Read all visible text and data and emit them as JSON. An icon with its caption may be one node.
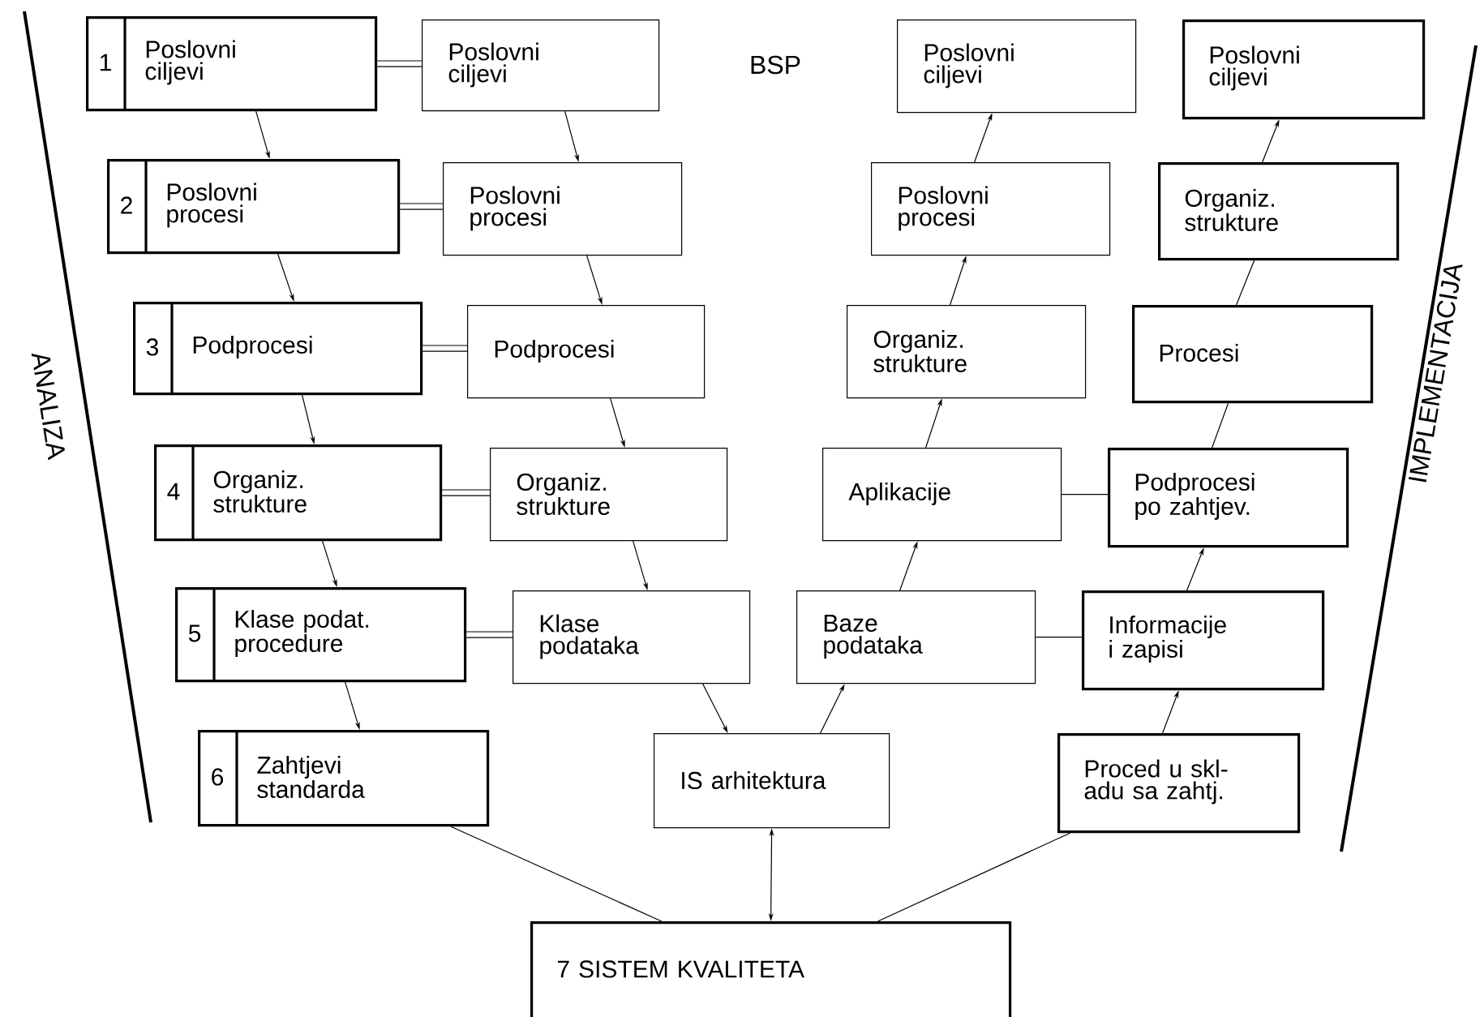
{
  "diagram": {
    "nodes": [
      {
        "text": [
          "1",
          "Poslovni ciljevi"
        ]
      },
      {
        "text": [
          "Poslovni ciljevi"
        ]
      },
      {
        "text": [
          "2",
          "Poslovni procesi"
        ]
      },
      {
        "text": [
          "Poslovni procesi"
        ]
      },
      {
        "text": [
          "3",
          "Podprocesi"
        ]
      },
      {
        "text": [
          "Podprocesi"
        ]
      },
      {
        "text": [
          "4",
          "Organiz. strukture"
        ]
      },
      {
        "text": [
          "Organiz. strukture"
        ]
      },
      {
        "text": [
          "5",
          "Klase podat. procedure"
        ]
      },
      {
        "text": [
          "Klase podataka"
        ]
      },
      {
        "text": [
          "6",
          "Zahtjevi standarda"
        ]
      },
      {
        "text": [
          "IS arhitektura"
        ]
      },
      {
        "text": [
          "Baze podataka"
        ]
      },
      {
        "text": [
          "Aplikacije"
        ]
      },
      {
        "text": [
          "Organiz. strukture"
        ]
      },
      {
        "text": [
          "Poslovni procesi"
        ]
      },
      {
        "text": [
          "Poslovni ciljevi"
        ]
      },
      {
        "text": [
          "Poslovni ciljevi"
        ]
      },
      {
        "text": [
          "Organiz. strukture"
        ]
      },
      {
        "text": [
          "Procesi"
        ]
      },
      {
        "text": [
          "Podprocesi po zahtjev."
        ]
      },
      {
        "text": [
          "Informacije i zapisi"
        ]
      },
      {
        "text": [
          "Proced u skl-adu sa zahtj."
        ]
      },
      {
        "text": [
          "7 SISTEM KVALITETA"
        ]
      }
    ],
    "edges": [
      {
        "from": 0,
        "to": 1,
        "arrow": "none",
        "style": "thick"
      },
      {
        "from": 2,
        "to": 3,
        "arrow": "none",
        "style": "thick"
      },
      {
        "from": 4,
        "to": 5,
        "arrow": "none",
        "style": "thick"
      },
      {
        "from": 6,
        "to": 7,
        "arrow": "none",
        "style": "thick"
      },
      {
        "from": 8,
        "to": 9,
        "arrow": "none",
        "style": "thick"
      },
      {
        "from": 0,
        "to": 2,
        "arrow": "to"
      },
      {
        "from": 2,
        "to": 4,
        "arrow": "to"
      },
      {
        "from": 4,
        "to": 6,
        "arrow": "to"
      },
      {
        "from": 6,
        "to": 8,
        "arrow": "to"
      },
      {
        "from": 8,
        "to": 10,
        "arrow": "to"
      },
      {
        "from": 1,
        "to": 3,
        "arrow": "to"
      },
      {
        "from": 3,
        "to": 5,
        "arrow": "to"
      },
      {
        "from": 5,
        "to": 7,
        "arrow": "to"
      },
      {
        "from": 7,
        "to": 9,
        "arrow": "to"
      },
      {
        "from": 9,
        "to": 11,
        "arrow": "to"
      },
      {
        "from": 11,
        "to": 12,
        "arrow": "to"
      },
      {
        "from": 12,
        "to": 13,
        "arrow": "to"
      },
      {
        "from": 13,
        "to": 14,
        "arrow": "to"
      },
      {
        "from": 14,
        "to": 15,
        "arrow": "to"
      },
      {
        "from": 15,
        "to": 16,
        "arrow": "to"
      },
      {
        "from": 12,
        "to": 21,
        "arrow": "none"
      },
      {
        "from": 13,
        "to": 20,
        "arrow": "none"
      },
      {
        "from": 22,
        "to": 21,
        "arrow": "to"
      },
      {
        "from": 21,
        "to": 20,
        "arrow": "to"
      },
      {
        "from": 20,
        "to": 19,
        "arrow": "none"
      },
      {
        "from": 19,
        "to": 18,
        "arrow": "none"
      },
      {
        "from": 18,
        "to": 17,
        "arrow": "to"
      },
      {
        "from": 10,
        "to": 23,
        "arrow": "none"
      },
      {
        "from": 11,
        "to": 23,
        "arrow": "both"
      },
      {
        "from": 22,
        "to": 23,
        "arrow": "none"
      }
    ],
    "labels": [
      "BSP",
      "ANALIZA",
      "IMPLEMENTACIJA"
    ]
  }
}
